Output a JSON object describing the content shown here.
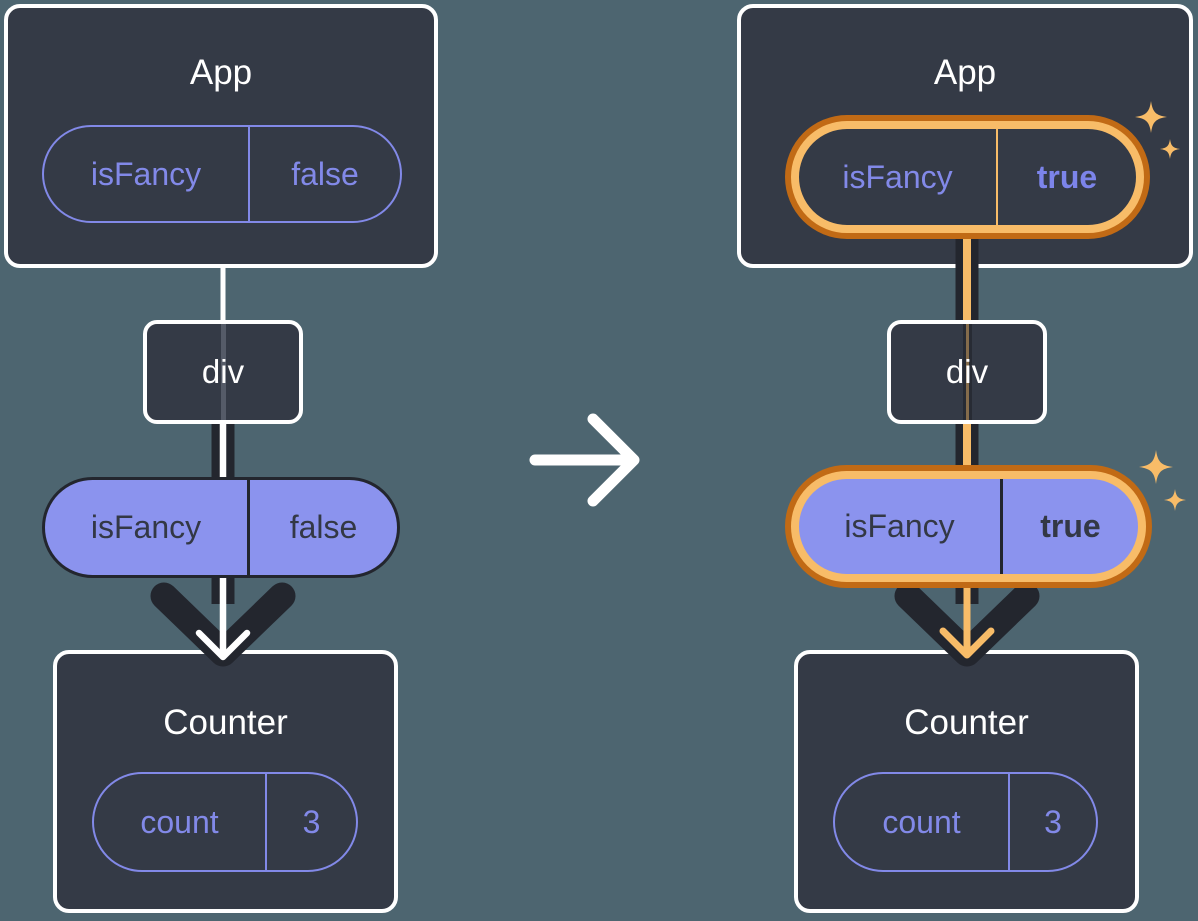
{
  "colors": {
    "bg": "#4D6570",
    "box": "#343A46",
    "white": "#FFFFFF",
    "purple-fill": "#8B93EE",
    "purple-stroke": "#8289E8",
    "purple-bold": "#7C84EA",
    "dark": "#23262E",
    "dark-text": "#333845",
    "orange-dark": "#C16A15",
    "orange-light": "#F8BC68"
  },
  "icons": {
    "transition": "arrow-right",
    "sparkles": "sparkle-4-point",
    "prop_flow": "arrow-down"
  },
  "left": {
    "app": {
      "title": "App",
      "prop_name": "isFancy",
      "prop_value": "false"
    },
    "div_label": "div",
    "prop_name": "isFancy",
    "prop_value": "false",
    "counter": {
      "title": "Counter",
      "state_name": "count",
      "state_value": "3"
    }
  },
  "right": {
    "app": {
      "title": "App",
      "prop_name": "isFancy",
      "prop_value": "true"
    },
    "div_label": "div",
    "prop_name": "isFancy",
    "prop_value": "true",
    "counter": {
      "title": "Counter",
      "state_name": "count",
      "state_value": "3"
    }
  }
}
